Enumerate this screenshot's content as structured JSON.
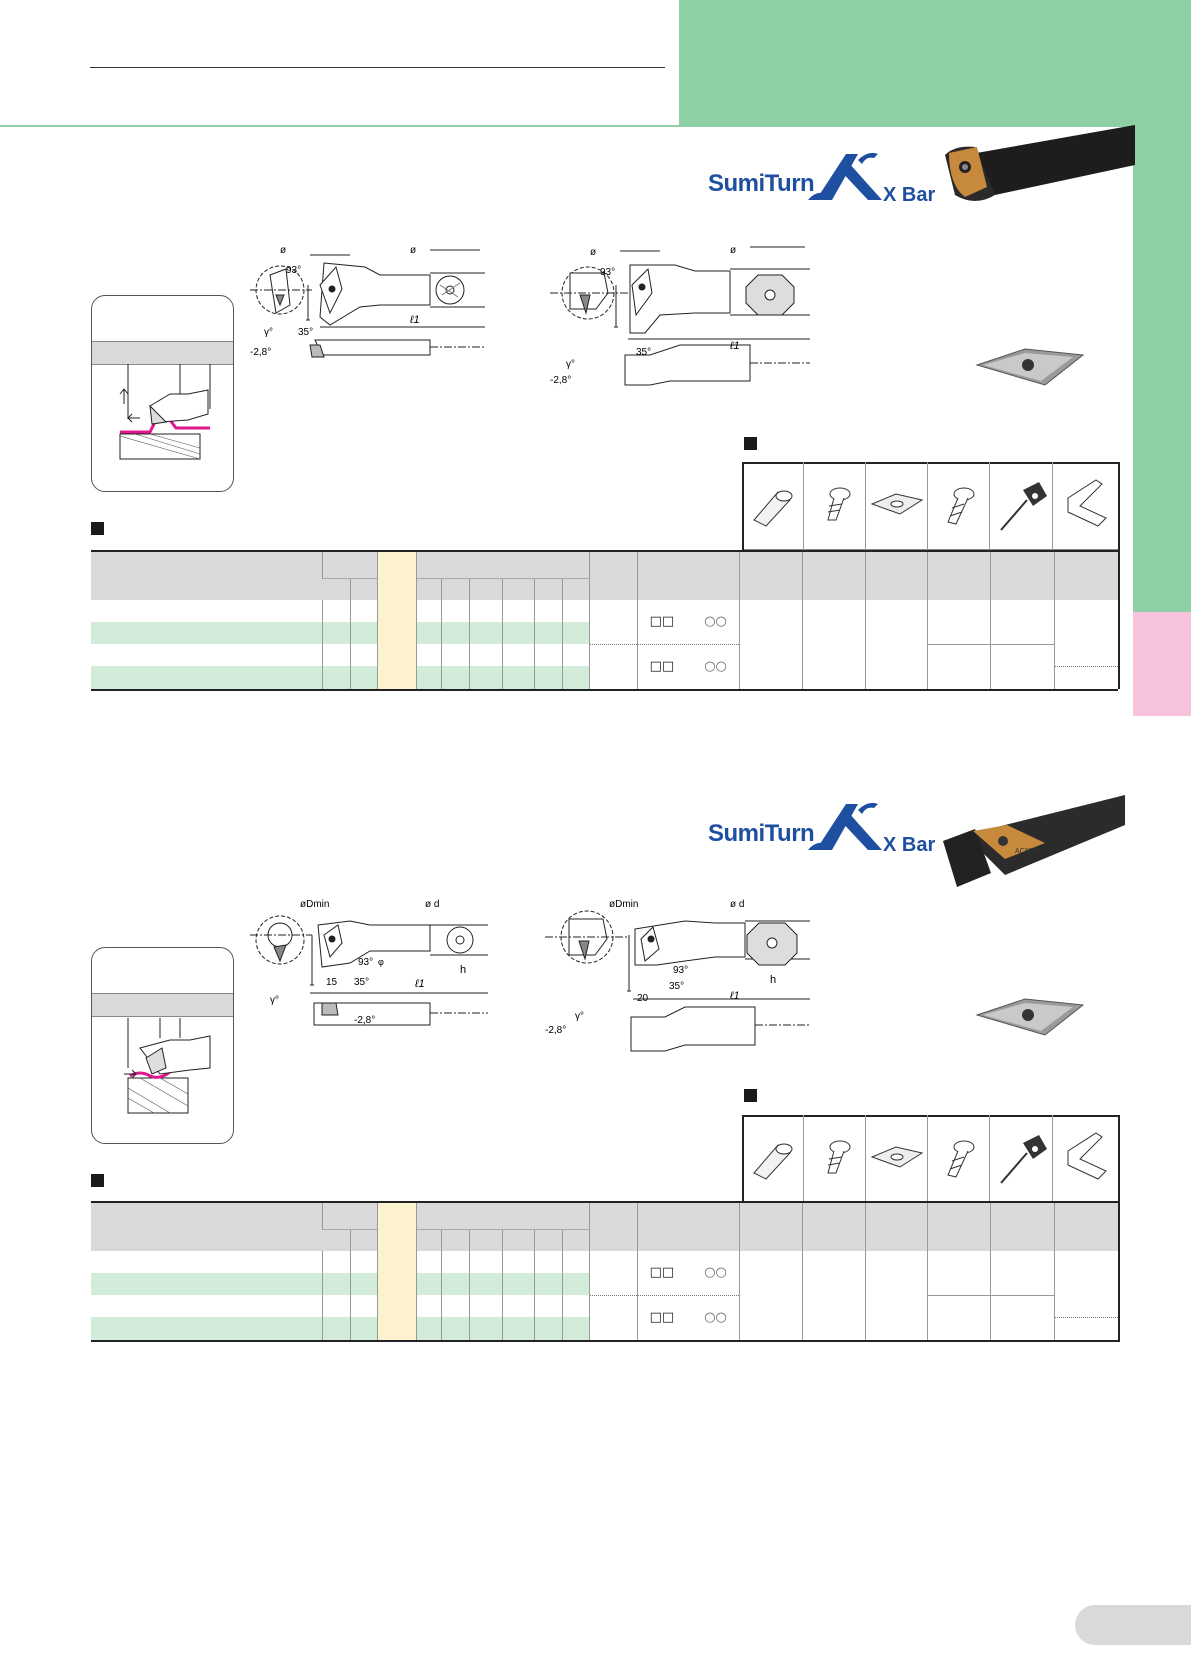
{
  "brand": {
    "name": "SumiTurn",
    "suffix": "X Bar",
    "color": "#1f4fa1"
  },
  "sections": [
    {
      "id": "upper",
      "drawing_labels": {
        "d1": "ø",
        "d2": "ø",
        "angle_93": "93°",
        "angle_35": "35°",
        "rake": "-2,8°",
        "gamma": "γ°",
        "l1": "ℓ1"
      }
    },
    {
      "id": "lower",
      "drawing_labels": {
        "dmin": "øDmin",
        "d": "ø d",
        "angle_93": "93°",
        "angle_35": "35°",
        "rake": "-2,8°",
        "gamma": "γ°",
        "l1": "ℓ1",
        "h": "h",
        "dim15": "15",
        "dim20": "20",
        "phi": "φ"
      }
    }
  ],
  "colors": {
    "green_band": "#8fcfa5",
    "pink_tab": "#f6c2dc",
    "row_green": "#d3ecd9",
    "highlight_col": "#fdf2cf",
    "header_gray": "#d9d9d9",
    "profile_magenta": "#e0168c"
  },
  "icons": [
    "clamp-screw-icon",
    "screw-icon",
    "shim-icon",
    "shim-screw-icon",
    "torx-key-icon",
    "hex-key-icon"
  ]
}
